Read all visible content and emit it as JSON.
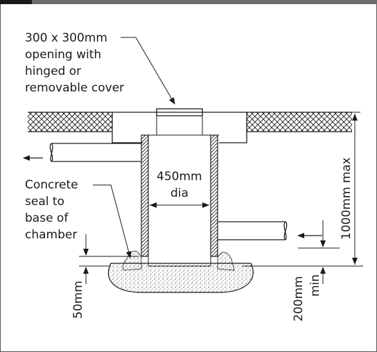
{
  "labels": {
    "cover_line1": "300 x 300mm",
    "cover_line2": "opening with",
    "cover_line3": "hinged or",
    "cover_line4": "removable cover",
    "seal_line1": "Concrete",
    "seal_line2": "seal to",
    "seal_line3": "base of",
    "seal_line4": "chamber",
    "dia_line1": "450mm",
    "dia_line2": "dia",
    "depth_max": "1000mm max",
    "seal_thickness": "50mm",
    "base_min_1": "200mm",
    "base_min_2": "min"
  }
}
